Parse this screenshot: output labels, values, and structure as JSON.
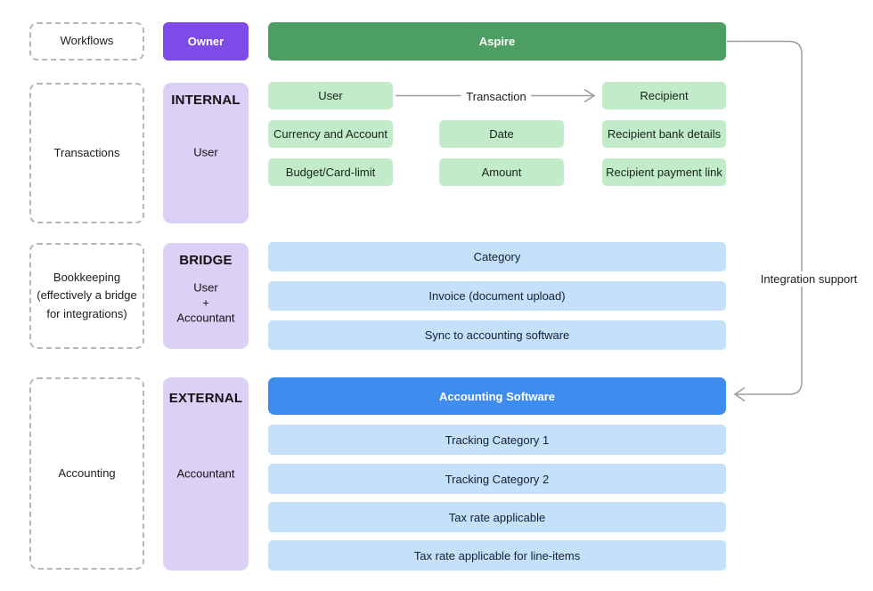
{
  "workflow_column": {
    "workflows": "Workflows",
    "transactions": "Transactions",
    "bookkeeping": "Bookkeeping\n(effectively a bridge\nfor integrations)",
    "accounting": "Accounting"
  },
  "role_column": {
    "owner": "Owner",
    "internal": {
      "title": "INTERNAL",
      "members": "User"
    },
    "bridge": {
      "title": "BRIDGE",
      "members": "User\n+\nAccountant"
    },
    "external": {
      "title": "EXTERNAL",
      "members": "Accountant"
    }
  },
  "workflow_rows": {
    "aspire": "Aspire",
    "transaction": {
      "user": "User",
      "arrow_label": "Transaction",
      "recipient": "Recipient",
      "currency_account": "Currency and Account",
      "date": "Date",
      "recipient_bank_details": "Recipient bank details",
      "budget_card_limit": "Budget/Card-limit",
      "amount": "Amount",
      "recipient_payment_link": "Recipient payment link"
    },
    "bookkeeping": {
      "category": "Category",
      "invoice_upload": "Invoice (document upload)",
      "sync_accounting": "Sync to accounting software"
    },
    "accounting": {
      "software": "Accounting Software",
      "tracking_category_1": "Tracking Category 1",
      "tracking_category_2": "Tracking Category 2",
      "tax_rate": "Tax rate applicable",
      "tax_rate_line_items": "Tax rate applicable for line-items"
    }
  },
  "connector": {
    "integration_support": "Integration support"
  },
  "colors": {
    "owner_purple": "#7C4BE8",
    "panel_purple": "#DCD0F6",
    "aspire_green": "#4D9E63",
    "field_green": "#C2EBCA",
    "field_blue": "#C4E0FA",
    "software_blue": "#3F8CEF",
    "dashed_border": "#B6B6B6",
    "connector_gray": "#9B9B9B"
  }
}
